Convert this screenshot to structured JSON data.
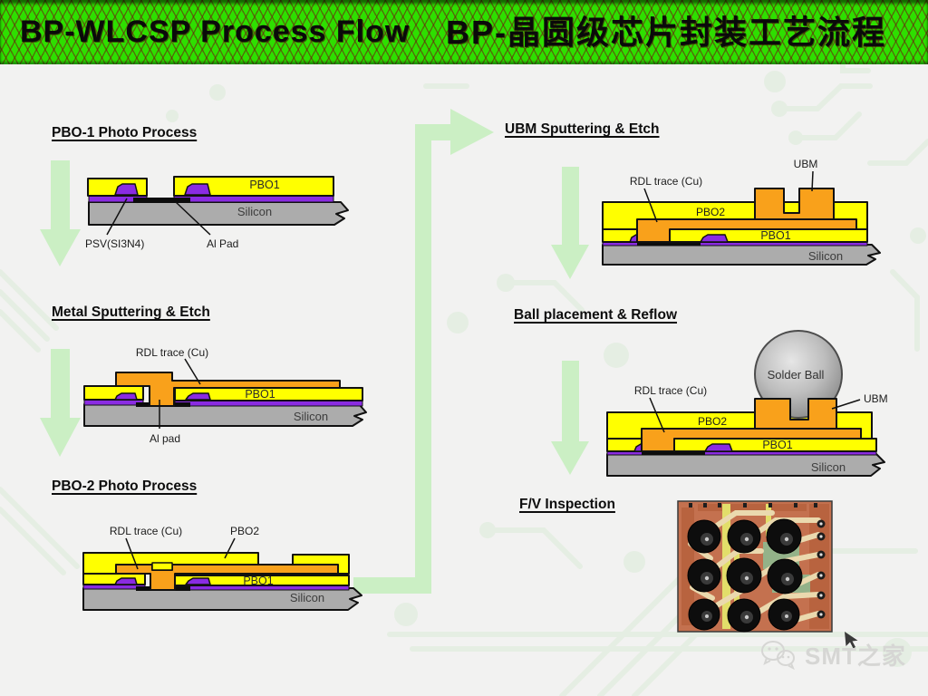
{
  "banner": {
    "title_en": "BP-WLCSP Process Flow",
    "title_zh": "BP-晶圆级芯片封装工艺流程"
  },
  "sections": {
    "pbo1_photo": {
      "title": "PBO-1 Photo Process",
      "labels": {
        "pbo1": "PBO1",
        "silicon": "Silicon",
        "psv": "PSV(SI3N4)",
        "al_pad": "Al Pad"
      }
    },
    "metal_sputter": {
      "title": "Metal Sputtering & Etch",
      "labels": {
        "rdl": "RDL  trace (Cu)",
        "pbo1": "PBO1",
        "silicon": "Silicon",
        "al_pad": "Al pad"
      }
    },
    "pbo2_photo": {
      "title": "PBO-2 Photo Process",
      "labels": {
        "rdl": "RDL trace (Cu)",
        "pbo2": "PBO2",
        "pbo1": "PBO1",
        "silicon": "Silicon"
      }
    },
    "ubm_sputter": {
      "title": "UBM Sputtering & Etch",
      "labels": {
        "rdl": "RDL trace (Cu)",
        "ubm": "UBM",
        "pbo2": "PBO2",
        "pbo1": "PBO1",
        "silicon": "Silicon"
      }
    },
    "ball_reflow": {
      "title": "Ball placement & Reflow",
      "labels": {
        "rdl": "RDL trace (Cu)",
        "ubm": "UBM",
        "solder_ball": "Solder Ball",
        "pbo2": "PBO2",
        "pbo1": "PBO1",
        "silicon": "Silicon"
      }
    },
    "fv_inspection": {
      "title": "F/V Inspection"
    }
  },
  "watermark": {
    "text": "SMT之家"
  },
  "colors": {
    "banner_green": "#2edf00",
    "pbo_yellow": "#ffff00",
    "rdl_orange": "#f9a11b",
    "psv_purple": "#8a2be2",
    "silicon_gray": "#acacac",
    "flow_arrow_green": "#cbefc4",
    "solder_ball_gray": "#b9b9b9"
  }
}
